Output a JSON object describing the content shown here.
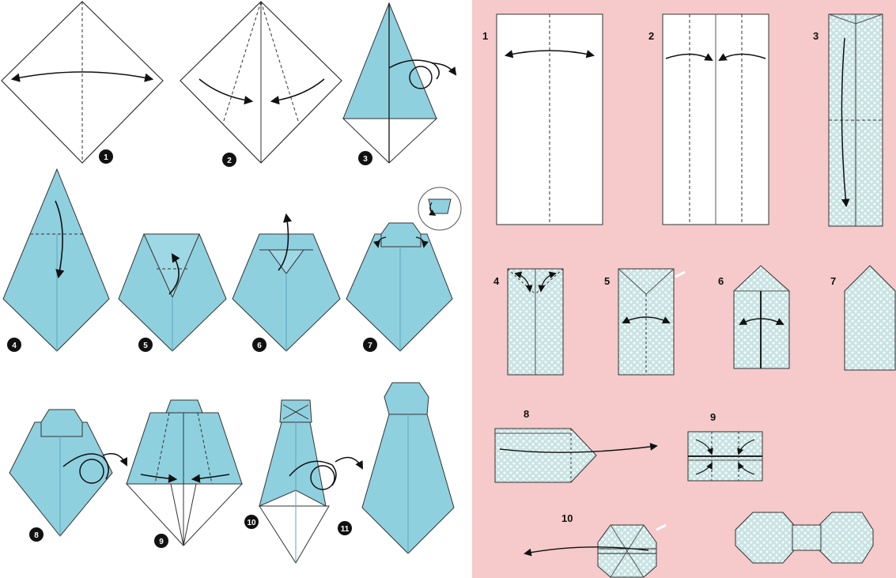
{
  "colors": {
    "tie_blue": "#8fd0df",
    "tie_blue_dark": "#5fb3c8",
    "bow_pattern": "#cfe6e6",
    "right_bg": "#f6caca",
    "paper": "#ffffff",
    "ink": "#111111"
  },
  "left_panel": {
    "name": "origami-tie-steps",
    "steps": [
      {
        "n": "1"
      },
      {
        "n": "2"
      },
      {
        "n": "3"
      },
      {
        "n": "4"
      },
      {
        "n": "5"
      },
      {
        "n": "6"
      },
      {
        "n": "7"
      },
      {
        "n": "8"
      },
      {
        "n": "9"
      },
      {
        "n": "10"
      },
      {
        "n": "11"
      }
    ]
  },
  "right_panel": {
    "name": "origami-bowtie-steps",
    "steps": [
      {
        "n": "1"
      },
      {
        "n": "2"
      },
      {
        "n": "3"
      },
      {
        "n": "4"
      },
      {
        "n": "5"
      },
      {
        "n": "6"
      },
      {
        "n": "7"
      },
      {
        "n": "8"
      },
      {
        "n": "9"
      },
      {
        "n": "10"
      }
    ]
  }
}
